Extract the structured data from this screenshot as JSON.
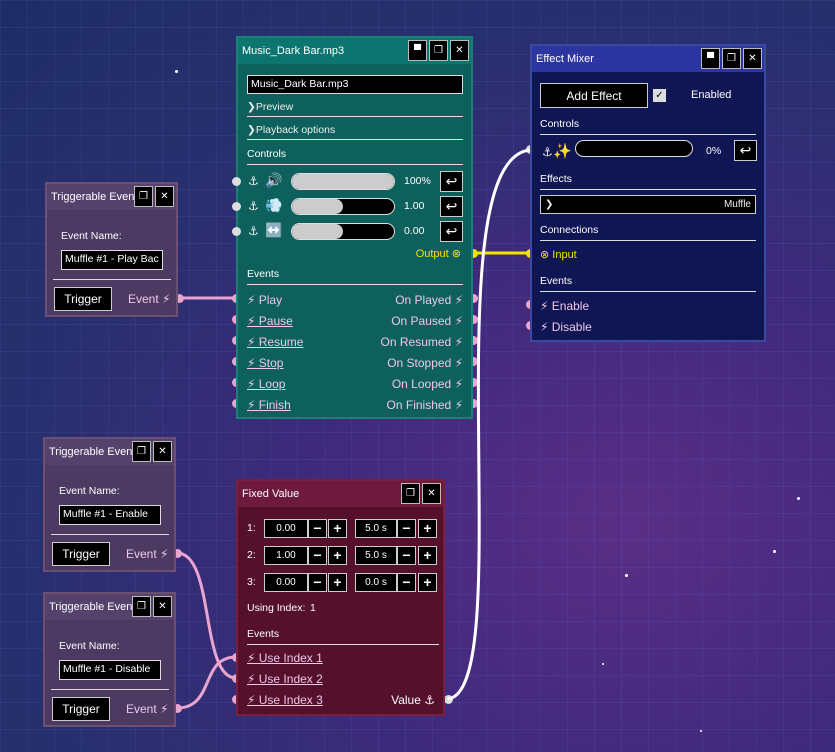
{
  "colors": {
    "pink_wire": "#e9a4cf",
    "yellow_wire": "#f3e400",
    "white_wire": "#ffffff"
  },
  "music": {
    "title": "Music_Dark Bar.mp3",
    "filename": "Music_Dark Bar.mp3",
    "preview": "Preview",
    "playback": "Playback options",
    "controls_label": "Controls",
    "sliders": [
      {
        "icon": "speaker-icon",
        "value": "100%",
        "fraction": 1.0
      },
      {
        "icon": "wind-icon",
        "value": "1.00",
        "fraction": 0.5
      },
      {
        "icon": "left-right-arrow-icon",
        "value": "0.00",
        "fraction": 0.5
      }
    ],
    "output_label": "Output ⊗",
    "events_label": "Events",
    "inputs": [
      "⚡ Play",
      "⚡ Pause",
      "⚡ Resume",
      "⚡ Stop",
      "⚡ Loop",
      "⚡ Finish"
    ],
    "outputs": [
      "On Played ⚡",
      "On Paused ⚡",
      "On Resumed ⚡",
      "On Stopped ⚡",
      "On Looped ⚡",
      "On Finished ⚡"
    ]
  },
  "triggers": [
    {
      "title": "Triggerable Event",
      "name_label": "Event Name:",
      "name": "Muffle #1 - Play Bac",
      "button": "Trigger",
      "event": "Event ⚡"
    },
    {
      "title": "Triggerable Event",
      "name_label": "Event Name:",
      "name": "Muffle #1 - Enable",
      "button": "Trigger",
      "event": "Event ⚡"
    },
    {
      "title": "Triggerable Event",
      "name_label": "Event Name:",
      "name": "Muffle #1 - Disable",
      "button": "Trigger",
      "event": "Event ⚡"
    }
  ],
  "mixer": {
    "title": "Effect Mixer",
    "add_effect": "Add Effect",
    "enabled": "Enabled",
    "controls_label": "Controls",
    "percent": "0%",
    "effects_label": "Effects",
    "effect_name": "Muffle",
    "connections_label": "Connections",
    "input_label": "⊗ Input",
    "events_label": "Events",
    "enable": "⚡ Enable",
    "disable": "⚡ Disable"
  },
  "fixed": {
    "title": "Fixed Value",
    "rows": [
      {
        "index": "1:",
        "value": "0.00",
        "time": "5.0 s"
      },
      {
        "index": "2:",
        "value": "1.00",
        "time": "5.0 s"
      },
      {
        "index": "3:",
        "value": "0.00",
        "time": "0.0 s"
      }
    ],
    "using_label": "Using Index:",
    "using_value": "1",
    "events_label": "Events",
    "inputs": [
      "⚡ Use Index 1",
      "⚡ Use Index 2",
      "⚡ Use Index 3"
    ],
    "value_label": "Value ⚓"
  }
}
